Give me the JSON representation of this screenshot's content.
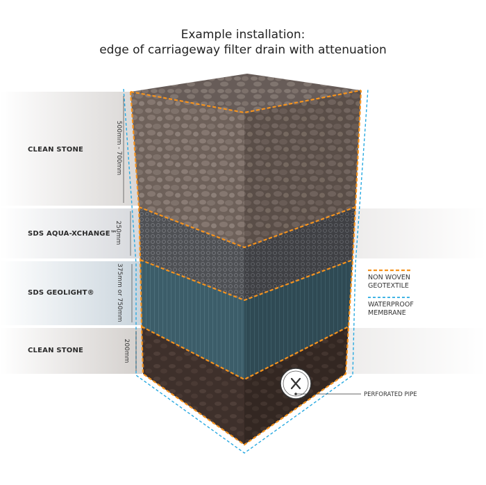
{
  "title_line1": "Example installation:",
  "title_line2": "edge of carriageway filter drain with attenuation",
  "layers": [
    {
      "label": "CLEAN STONE",
      "dimension": "500mm - 700mm"
    },
    {
      "label": "SDS AQUA-XCHANGE™",
      "dimension": "250mm"
    },
    {
      "label": "SDS GEOLIGHT®",
      "dimension": "375mm or 750mm"
    },
    {
      "label": "CLEAN STONE",
      "dimension": "200mm"
    }
  ],
  "legend": {
    "geotextile_line1": "NON WOVEN",
    "geotextile_line2": "GEOTEXTILE",
    "membrane_line1": "WATERPROOF",
    "membrane_line2": "MEMBRANE"
  },
  "pipe_label": "PERFORATED PIPE",
  "colors": {
    "geotextile": "#f5931e",
    "membrane": "#27a9e1",
    "stone": "#6b5e57",
    "aqua": "#5a5c60",
    "geolight": "#3f5f6a",
    "base_stone": "#4a3b34"
  }
}
